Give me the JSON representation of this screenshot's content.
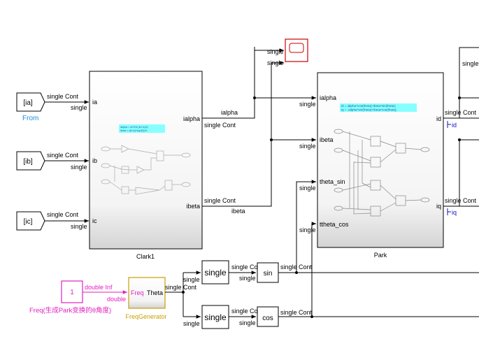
{
  "colors": {
    "line": "#000000",
    "block_fill_top": "#ffffff",
    "block_fill_bottom": "#d9d9d9",
    "scope_border": "#cc0000",
    "const_pink": "#e020c0",
    "freqgen_orange": "#c8a000",
    "from_blue": "#1e8fd8",
    "goto_blue": "#1010c0",
    "annotation_cyan": "#88ffff"
  },
  "from_blocks": [
    {
      "tag": "[ia]",
      "label": "From",
      "signal_top": "single Cont",
      "signal_bottom": "single"
    },
    {
      "tag": "[ib]",
      "signal_top": "single Cont",
      "signal_bottom": "single"
    },
    {
      "tag": "[ic]",
      "signal_top": "single Cont",
      "signal_bottom": "single"
    }
  ],
  "clark": {
    "name": "Clark1",
    "inputs": [
      "ia",
      "ib",
      "ic"
    ],
    "outputs": [
      "ialpha",
      "ibeta"
    ],
    "out_signals": [
      "single Cont",
      "single Cont"
    ],
    "eq_line1": "ialpha = ia*2/3-(ib+ic)/3;",
    "eq_line2": "ibeta = (ib-ic)*sqrt(3)/3;"
  },
  "wires": {
    "ialpha": "ialpha",
    "ibeta": "ibeta"
  },
  "scope": {
    "in_labels": [
      "single",
      "single"
    ]
  },
  "park": {
    "name": "Park",
    "inputs": [
      "ialpha",
      "ibeta",
      "theta_sin",
      "ttheta_cos"
    ],
    "outputs": [
      "id",
      "iq"
    ],
    "in_signals": [
      "single",
      "single",
      "single",
      "single"
    ],
    "out_signals": [
      "single Cont",
      "single Cont"
    ],
    "eq_line1": "id = ialpha*cos(theta)+ibeta*sin(theta);",
    "eq_line2": "iq = -ialpha*sin(theta)+ibeta*cos(theta);"
  },
  "goto": {
    "id": "id",
    "iq": "iq"
  },
  "freq_const": {
    "value": "1",
    "label": "Freq(生成Park变换的θ角度)",
    "signal_top": "double Inf",
    "signal_bottom": "double"
  },
  "freq_gen": {
    "name": "FreqGenerator",
    "in_port": "Freq",
    "out_port": "Theta",
    "out_signal": "single Cont"
  },
  "convert": {
    "label": "single",
    "in_signal": "single",
    "out_signal": "single Co"
  },
  "trig": [
    {
      "func": "sin",
      "in_signal": "single",
      "out_signal": "single Cont"
    },
    {
      "func": "cos",
      "in_signal": "single",
      "out_signal": "single Cont"
    }
  ],
  "right_edge": {
    "top_signal": "single"
  }
}
